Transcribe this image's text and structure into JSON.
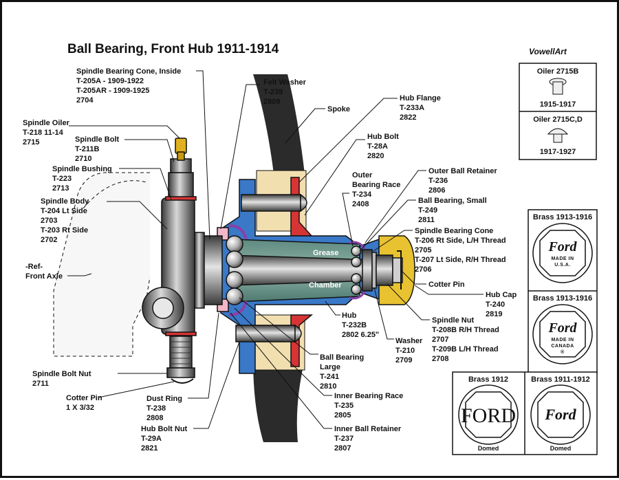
{
  "title": "Ball Bearing, Front Hub 1911-1914",
  "credit": "VowellArt",
  "labels": {
    "spindle_cone_inside": [
      "Spindle Bearing Cone, Inside",
      "T-205A - 1909-1922",
      "T-205AR - 1909-1925",
      "2704"
    ],
    "felt_washer": [
      "Felt Washer",
      "T-239",
      "2809"
    ],
    "hub_flange": [
      "Hub Flange",
      "T-233A",
      "2822"
    ],
    "spoke": [
      "Spoke"
    ],
    "hub_bolt": [
      "Hub Bolt",
      "T-28A",
      "2820"
    ],
    "spindle_oiler": [
      "Spindle Oiler",
      "T-218 11-14",
      "2715"
    ],
    "spindle_bolt": [
      "Spindle Bolt",
      "T-211B",
      "2710"
    ],
    "spindle_bushing": [
      "Spindle Bushing",
      "T-223",
      "2713"
    ],
    "spindle_body": [
      "Spindle Body",
      "T-204 Lt Side",
      "2703",
      "T-203 Rt Side",
      "2702"
    ],
    "ref_axle": [
      "-Ref-",
      "Front Axle"
    ],
    "outer_race": [
      "Outer",
      "Bearing Race",
      "T-234",
      "2408"
    ],
    "outer_retainer": [
      "Outer Ball Retainer",
      "T-236",
      "2806"
    ],
    "ball_small": [
      "Ball Bearing, Small",
      "T-249",
      "2811"
    ],
    "spindle_cone": [
      "Spindle Bearing Cone",
      "T-206 Rt Side, L/H Thread",
      "2705",
      "T-207 Lt Side, R/H Thread",
      "2706"
    ],
    "cotter_pin_right": [
      "Cotter Pin"
    ],
    "hub_cap": [
      "Hub Cap",
      "T-240",
      "2819"
    ],
    "hub": [
      "Hub",
      "T-232B",
      "2802 6.25\""
    ],
    "spindle_nut": [
      "Spindle Nut",
      "T-208B R/H Thread",
      "2707",
      "T-209B L/H Thread",
      "2708"
    ],
    "washer": [
      "Washer",
      "T-210",
      "2709"
    ],
    "ball_large": [
      "Ball Bearing",
      "Large",
      "T-241",
      "2810"
    ],
    "inner_race": [
      "Inner Bearing Race",
      "T-235",
      "2805"
    ],
    "inner_retainer": [
      "Inner Ball Retainer",
      "T-237",
      "2807"
    ],
    "spindle_bolt_nut": [
      "Spindle Bolt Nut",
      "2711"
    ],
    "cotter_pin_left": [
      "Cotter Pin",
      "1 X 3/32"
    ],
    "dust_ring": [
      "Dust Ring",
      "T-238",
      "2808"
    ],
    "hub_bolt_nut": [
      "Hub Bolt Nut",
      "T-29A",
      "2821"
    ]
  },
  "grease": [
    "Grease",
    "Chamber"
  ],
  "oilers": {
    "a_title": "Oiler 2715B",
    "a_years": "1915-1917",
    "b_title": "Oiler 2715C,D",
    "b_years": "1917-1927"
  },
  "caps": {
    "usa": {
      "title": "Brass 1913-1916",
      "script": "Ford",
      "line1": "MADE IN",
      "line2": "U.S.A."
    },
    "canada": {
      "title": "Brass 1913-1916",
      "script": "Ford",
      "line1": "MADE IN",
      "line2": "CANADA",
      "mark": "®"
    },
    "c1912": {
      "title": "Brass 1912",
      "text": "FORD",
      "foot": "Domed"
    },
    "c1911": {
      "title": "Brass 1911-1912",
      "script": "Ford",
      "foot": "Domed"
    }
  },
  "colors": {
    "hub_blue": "#3a78c8",
    "flange_red": "#d63535",
    "wood": "#f2dfb0",
    "spoke": "#2b2b2b",
    "brass": "#e0b020",
    "retainer_purple": "#8a3fa8",
    "felt_pink": "#f3b8c8"
  }
}
